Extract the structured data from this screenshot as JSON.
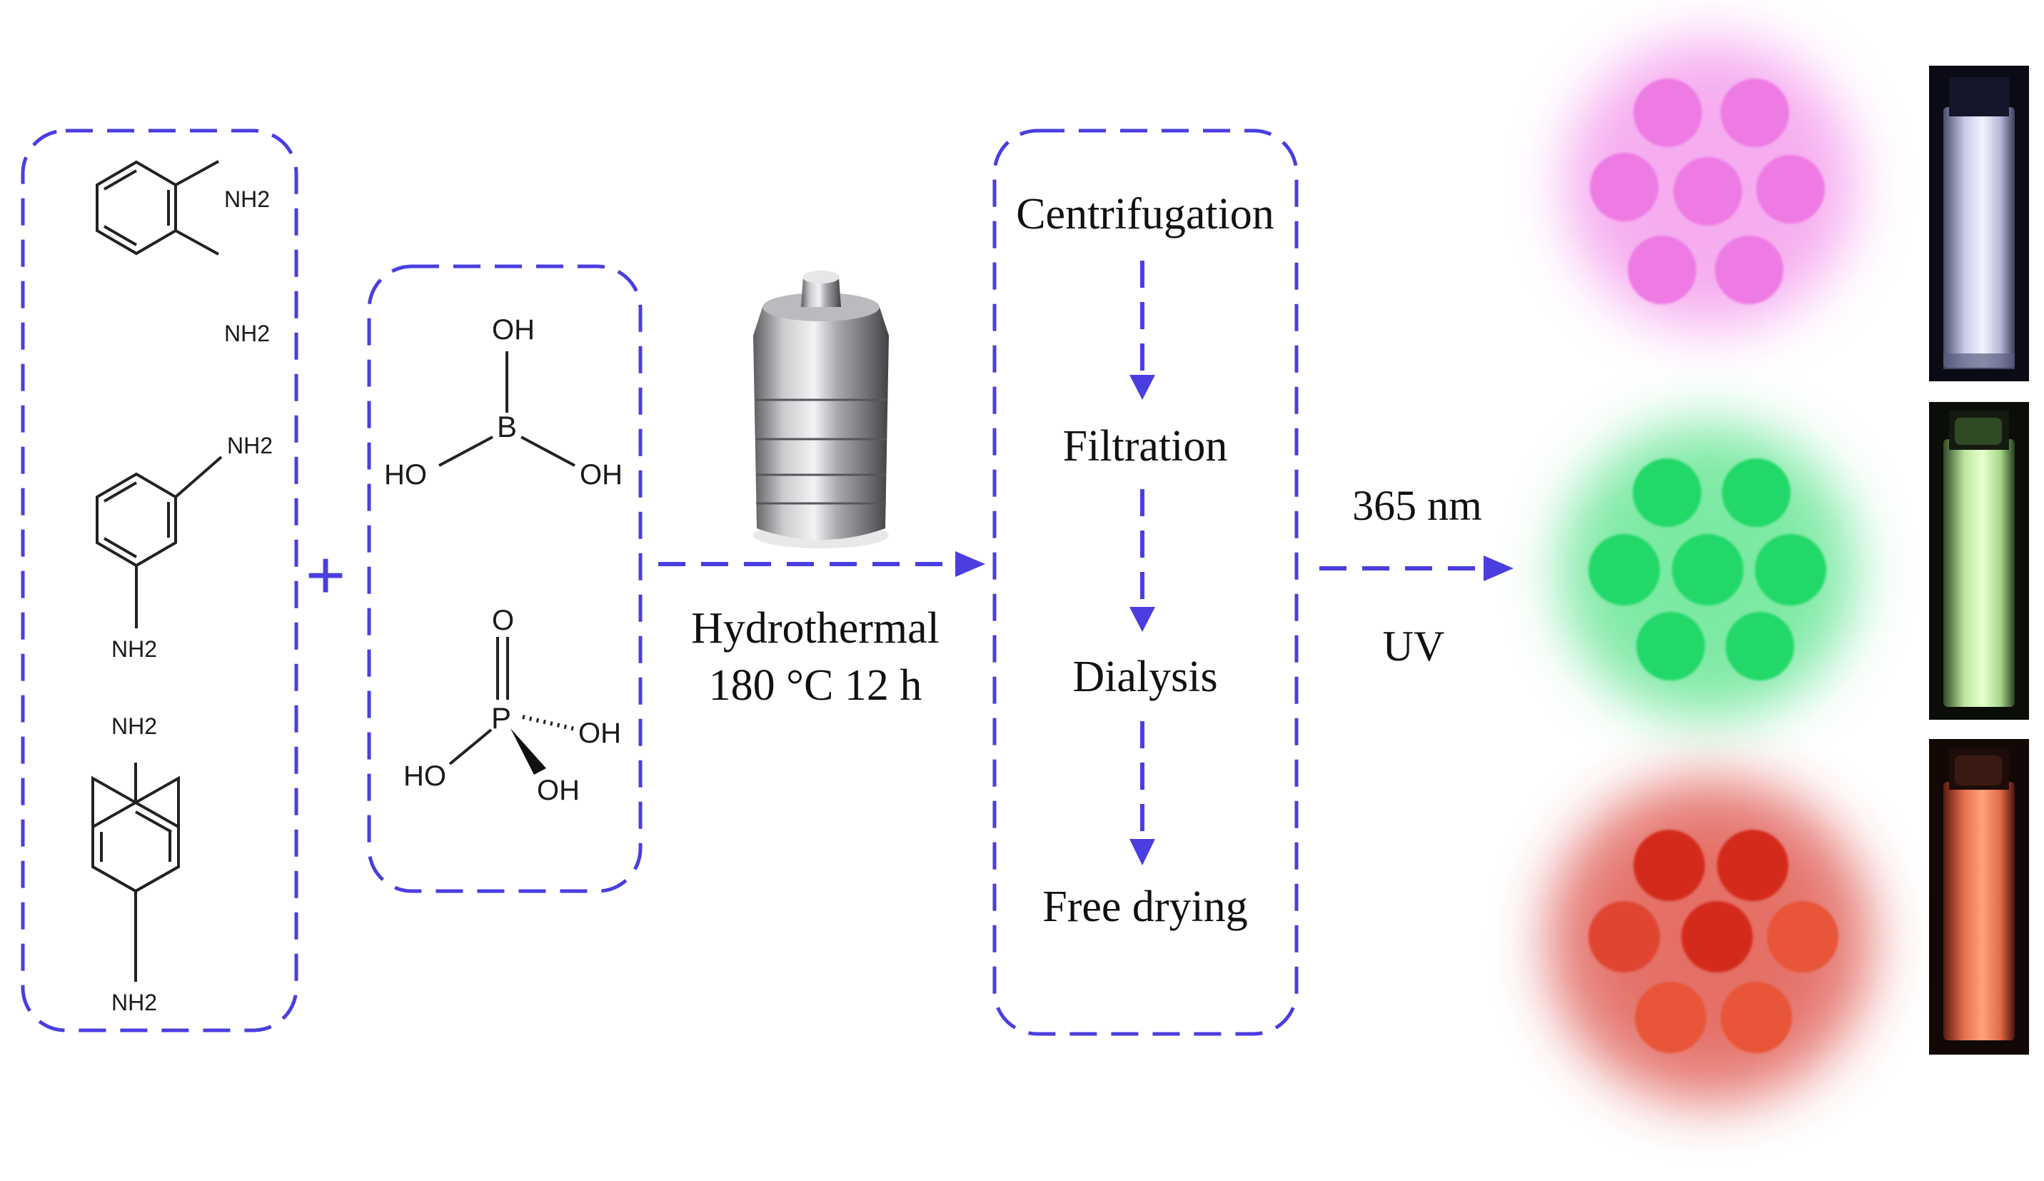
{
  "colors": {
    "dash": "#4a3ee0",
    "bond": "#222222",
    "glow_pink": "#f07ae6",
    "dot_pink": "#ee7ae4",
    "glow_green": "#2edc6c",
    "dot_green": "#22d868",
    "glow_red": "#d8312c",
    "dot_red_dark": "#d42a1e",
    "dot_red_light": "#e85438"
  },
  "precursors": {
    "opd": {
      "nh2_top": "NH2",
      "nh2_bottom": "NH2"
    },
    "mpd": {
      "nh2_top": "NH2",
      "nh2_bottom": "NH2"
    },
    "ppd": {
      "nh2_top": "NH2",
      "nh2_bottom": "NH2"
    }
  },
  "plus_sign": "+",
  "acids": {
    "boric": {
      "oh_top": "OH",
      "b": "B",
      "ho_left": "HO",
      "oh_right": "OH"
    },
    "phosphoric": {
      "o_top": "O",
      "p": "P",
      "oh_right": "OH",
      "ho_left": "HO",
      "oh_bottom": "OH"
    }
  },
  "reaction": {
    "line1": "Hydrothermal",
    "line2": "180 °C  12 h",
    "vessel_icon": "autoclave-reactor-icon"
  },
  "purification": {
    "steps": [
      "Centrifugation",
      "Filtration",
      "Dialysis",
      "Free drying"
    ]
  },
  "excitation": {
    "wavelength": "365 nm",
    "source": "UV"
  }
}
